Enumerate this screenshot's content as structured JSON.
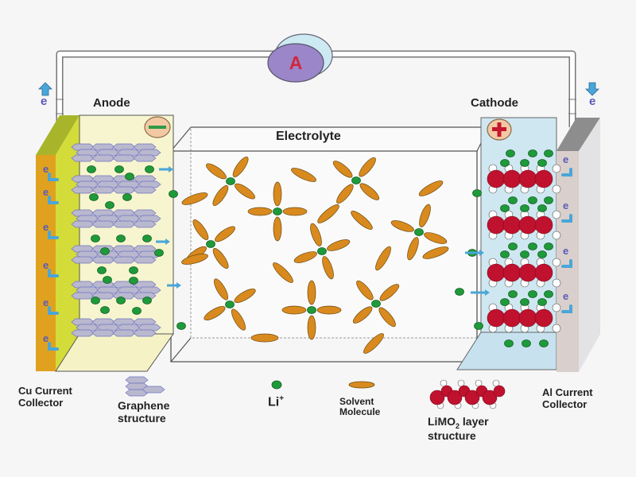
{
  "title": "Lithium-ion battery schematic",
  "labels": {
    "anode": "Anode",
    "cathode": "Cathode",
    "electrolyte": "Electrolyte",
    "ammeter": "A",
    "electron": "e",
    "anode_sign": "−",
    "cathode_sign": "+"
  },
  "legend": {
    "cu_collector": [
      "Cu Current",
      "Collector"
    ],
    "graphene": [
      "Graphene",
      "structure"
    ],
    "li_ion": "Li",
    "li_ion_superscript": "+",
    "solvent": [
      "Solvent",
      "Molecule"
    ],
    "limo2": [
      "LiMO",
      "2",
      " layer",
      "structure"
    ],
    "al_collector": [
      "Al Current",
      "Collector"
    ]
  },
  "colors": {
    "background": "#f6f6f6",
    "cu_collector": "#e0a21e",
    "cu_collector_side": "#d4dc3a",
    "anode_fill": "#f7f5cf",
    "cathode_fill": "#cfe7f1",
    "al_collector": "#d9cfcc",
    "graphene": "#b9b8cf",
    "graphene_stroke": "#6f73c4",
    "li_ion": "#1f9a3a",
    "solvent": "#d98a1e",
    "limo2_red": "#c0112e",
    "ammeter": "#9a86c9",
    "ammeter_back": "#cde9f2",
    "ammeter_text": "#d2263c",
    "arrow_blue": "#4aa6d8",
    "electron_text": "#5a5ab8",
    "minus_sign": "#2e9a48",
    "plus_sign": "#c5172f",
    "sign_badge": "#f3c9a4"
  }
}
